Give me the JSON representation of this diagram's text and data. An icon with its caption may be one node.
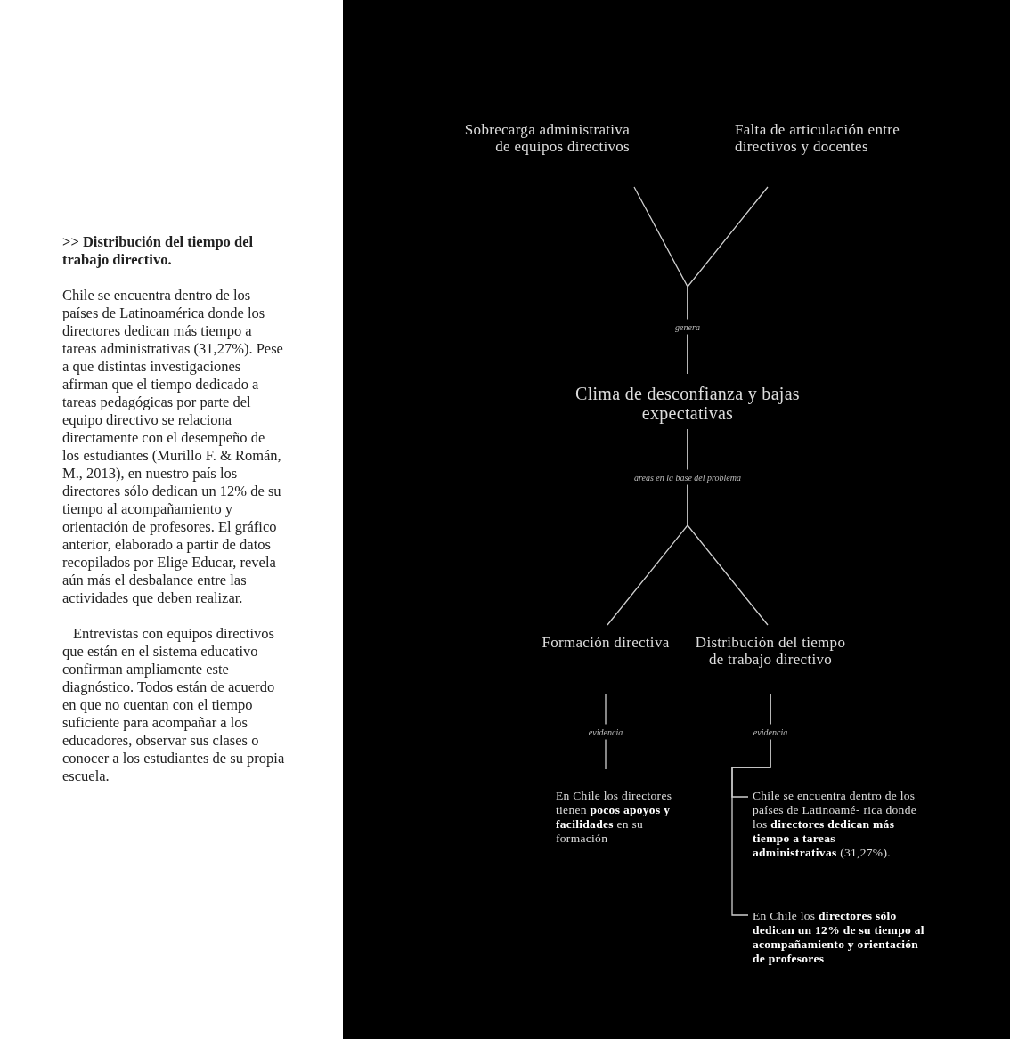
{
  "diagram": {
    "nodes": [
      {
        "text": [
          "Sobrecarga administrativa de equipos directivos"
        ]
      },
      {
        "text": [
          "Falta de articulación entre directivos y docentes"
        ]
      },
      {
        "text": [
          "Clima de desconfianza y bajas expectativas"
        ]
      },
      {
        "text": [
          "Formación directiva"
        ]
      },
      {
        "text": [
          "Distribución del tiempo de trabajo directivo"
        ]
      },
      {
        "text": [
          "En Chile los directores tienen **pocos apoyos y facilidades** en su formación"
        ]
      },
      {
        "text": [
          "Chile se encuentra dentro de los países de Latinoamé- rica donde los **directores dedican más tiempo a tareas administrativas** (31,27%)."
        ]
      },
      {
        "text": [
          "En Chile los **directores sólo dedican un 12% de su tiempo al acompañamiento y orientación de profesores**"
        ]
      }
    ],
    "edges": [
      {
        "from": 0,
        "to": 2,
        "arrow": "none",
        "label": "genera"
      },
      {
        "from": 1,
        "to": 2,
        "arrow": "none"
      },
      {
        "from": 2,
        "to": 3,
        "arrow": "none",
        "label": "áreas en la base del problema"
      },
      {
        "from": 2,
        "to": 4,
        "arrow": "none"
      },
      {
        "from": 3,
        "to": 5,
        "arrow": "none",
        "label": "evidencia"
      },
      {
        "from": 4,
        "to": 6,
        "arrow": "none",
        "label": "evidencia"
      },
      {
        "from": 4,
        "to": 7,
        "arrow": "none"
      }
    ],
    "labels": [
      ">> Distribución del tiempo del trabajo directivo.",
      "Chile se encuentra dentro de los países de Latinoamérica donde los directores dedican más tiempo a tareas administrativas (31,27%). Pese a que distintas investigaciones afirman que el tiempo dedicado a tareas pedagógicas por parte del equipo directivo se relaciona directamente con el desempeño de los estudiantes (Murillo F. & Román, M., 2013), en nuestro país los directores sólo dedican un 12% de su tiempo al acompañamiento y orientación de profesores. El gráfico anterior, elaborado a partir de datos recopilados por Elige Educar, revela aún más el desbalance entre las actividades que deben realizar.",
      "Entrevistas con equipos directivos que están en el sistema educativo confirman ampliamente este diagnóstico. Todos están de acuerdo en que no cuentan con el tiempo suficiente para acompañar a los educadores, observar sus clases o conocer a los estudiantes de su propia escuela."
    ]
  }
}
